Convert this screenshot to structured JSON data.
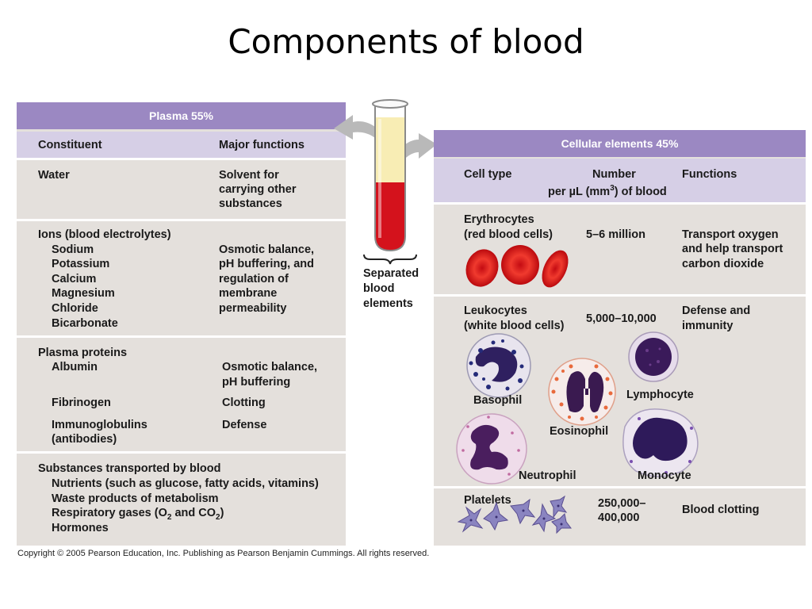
{
  "title": "Components of blood",
  "plasma": {
    "header": "Plasma 55%",
    "col_constituent": "Constituent",
    "col_functions": "Major functions",
    "water": {
      "name": "Water",
      "function": [
        "Solvent for",
        "carrying other",
        "substances"
      ]
    },
    "ions": {
      "name": "Ions (blood electrolytes)",
      "items": [
        "Sodium",
        "Potassium",
        "Calcium",
        "Magnesium",
        "Chloride",
        "Bicarbonate"
      ],
      "function": [
        "Osmotic balance,",
        "pH buffering, and",
        "regulation of",
        "membrane",
        "permeability"
      ]
    },
    "proteins": {
      "name": "Plasma proteins",
      "albumin": "Albumin",
      "albumin_function": [
        "Osmotic balance,",
        "pH buffering"
      ],
      "fibrinogen": "Fibrinogen",
      "fibrinogen_function": "Clotting",
      "immuno": [
        "Immunoglobulins",
        "(antibodies)"
      ],
      "immuno_function": "Defense"
    },
    "transported": {
      "name": "Substances transported by blood",
      "items": [
        "Nutrients (such as glucose, fatty acids, vitamins)",
        "Waste products of metabolism"
      ],
      "gases_prefix": "Respiratory gases (O",
      "gases_sub1": "2",
      "gases_mid": " and CO",
      "gases_sub2": "2",
      "gases_suffix": ")",
      "hormones": "Hormones"
    }
  },
  "tube": {
    "label": [
      "Separated",
      "blood",
      "elements"
    ],
    "colors": {
      "plasma": "#f8edb4",
      "cells": "#d4121c"
    }
  },
  "cellular": {
    "header": "Cellular elements 45%",
    "col_type": "Cell type",
    "col_number_1": "Number",
    "col_number_2_prefix": "per µL (mm",
    "col_number_2_sup": "3",
    "col_number_2_suffix": ") of blood",
    "col_functions": "Functions",
    "erythrocytes": {
      "name": [
        "Erythrocytes",
        "(red blood cells)"
      ],
      "number": "5–6 million",
      "function": [
        "Transport oxygen",
        "and help transport",
        "carbon dioxide"
      ]
    },
    "leukocytes": {
      "name": [
        "Leukocytes",
        "(white blood cells)"
      ],
      "number": "5,000–10,000",
      "function": [
        "Defense and",
        "immunity"
      ],
      "basophil": "Basophil",
      "eosinophil": "Eosinophil",
      "lymphocyte": "Lymphocyte",
      "neutrophil": "Neutrophil",
      "monocyte": "Monocyte"
    },
    "platelets": {
      "name": "Platelets",
      "number": [
        "250,000–",
        "400,000"
      ],
      "function": "Blood clotting"
    }
  },
  "copyright": "Copyright ©  2005 Pearson Education, Inc. Publishing as Pearson Benjamin Cummings. All rights reserved.",
  "colors": {
    "header": "#9b88c2",
    "subheader": "#d6cfe6",
    "panel": "#e4e0dc"
  }
}
